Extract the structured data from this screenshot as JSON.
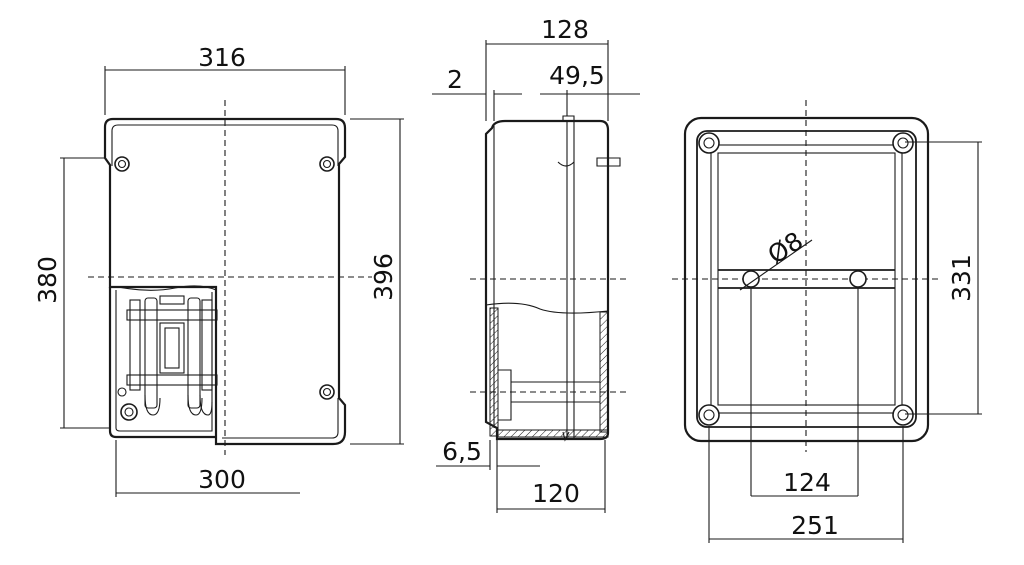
{
  "dimensions": {
    "front": {
      "overall_width": "316",
      "overall_height": "396",
      "mounting_height": "380",
      "mounting_width": "300"
    },
    "side": {
      "overall_depth": "128",
      "wall": "2",
      "lid_depth": "49,5",
      "base_offset": "6,5",
      "base_depth": "120"
    },
    "back": {
      "hole_diameter": "Ø8",
      "hole_spacing_vertical": "331",
      "inner_hole_spacing": "124",
      "hole_spacing_horizontal": "251"
    }
  }
}
